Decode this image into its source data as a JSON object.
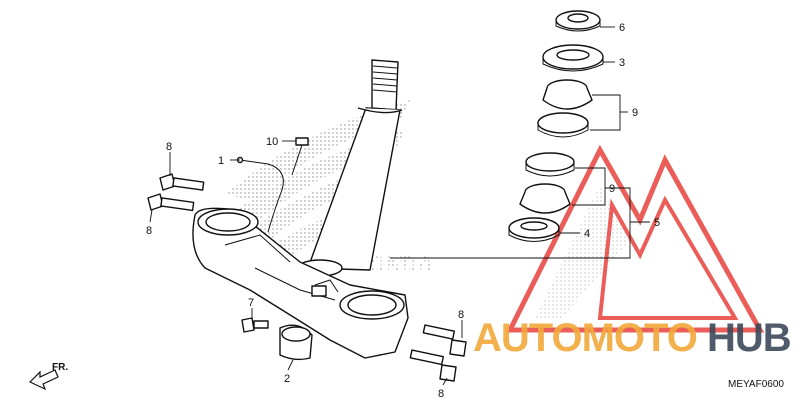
{
  "diagram": {
    "labels": [
      "1",
      "2",
      "3",
      "4",
      "5",
      "6",
      "7",
      "8",
      "8",
      "8",
      "8",
      "9",
      "9",
      "10"
    ],
    "direction_label": "FR.",
    "drawing_code": "MEYAF0600"
  },
  "watermark": {
    "word_part1": "AUTOMOTO",
    "word_part2": "HUB",
    "color_primary": "#f2a93b",
    "color_secondary": "#3d4a5a",
    "triangle_color": "#e8413c"
  }
}
